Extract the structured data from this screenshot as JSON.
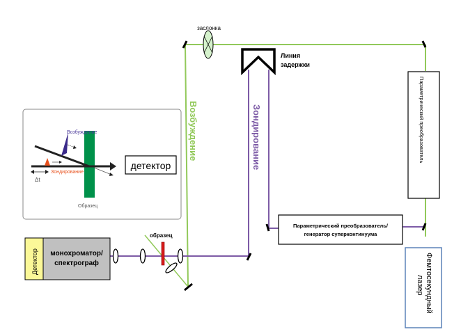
{
  "labels": {
    "shutter": "заслонка",
    "delay_line_1": "Линия",
    "delay_line_2": "задержки",
    "excitation_beam": "Возбуждение",
    "probe_beam": "Зондирование",
    "param_converter_vertical": "Параметрический преобразователь",
    "param_converter_generator_1": "Параметрический преобразователь/",
    "param_converter_generator_2": "генератор суперконтинуума",
    "fs_laser_1": "Фемтосекундный",
    "fs_laser_2": "лазер",
    "sample_main": "образец",
    "detector_vertical": "Детектор",
    "monochromator_1": "монохроматор/",
    "monochromator_2": "спектрограф"
  },
  "inset": {
    "excitation": "Возбуждение",
    "probe": "Зондирование",
    "delay": "Δt",
    "sample": "Образец",
    "detector": "детектор"
  },
  "colors": {
    "excitation_green": "#92c95a",
    "probe_purple": "#7d5ba6",
    "sample_green": "#00914a",
    "sample_red": "#d81a1a",
    "excitation_pulse": "#3a2a8a",
    "probe_pulse": "#e8501c",
    "probe_text": "#e8501c",
    "excitation_text": "#4b3a9a",
    "shutter_fill": "#d5f2cc",
    "detector_yellow": "#fbf898",
    "mono_gray": "#c0c0c0",
    "laser_border": "#5b82b9"
  }
}
